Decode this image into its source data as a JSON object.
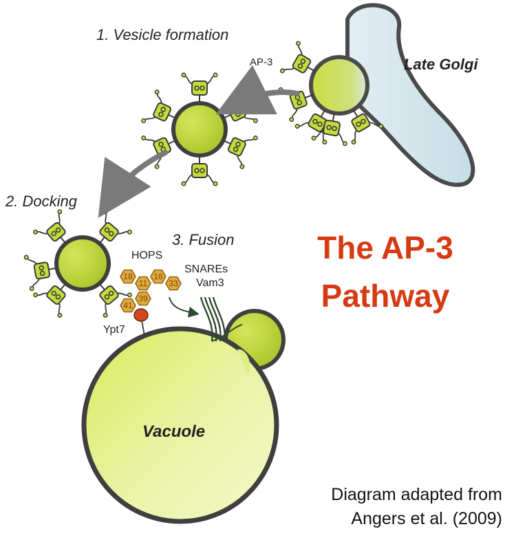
{
  "labels": {
    "step1": "1. Vesicle formation",
    "step2": "2. Docking",
    "step3": "3. Fusion",
    "ap3": "AP-3",
    "late_golgi": "Late Golgi",
    "hops": "HOPS",
    "snares": "SNAREs",
    "vam3": "Vam3",
    "ypt7": "Ypt7",
    "vacuole": "Vacuole"
  },
  "hops_subunits": [
    "18",
    "11",
    "16",
    "33",
    "41",
    "39"
  ],
  "title": {
    "line1": "The AP-3",
    "line2": "Pathway"
  },
  "credit": {
    "line1": "Diagram adapted from",
    "line2": "Angers et al. (2009)"
  },
  "colors": {
    "title": "#d53a12",
    "vesicle_fill": "#c5dc3c",
    "vesicle_stroke": "#4a4a4a",
    "golgi_fill": "#d4e6ec",
    "hops_fill": "#e6a93a",
    "ypt7_fill": "#d6461e",
    "arrow": "#7a7a7a"
  }
}
